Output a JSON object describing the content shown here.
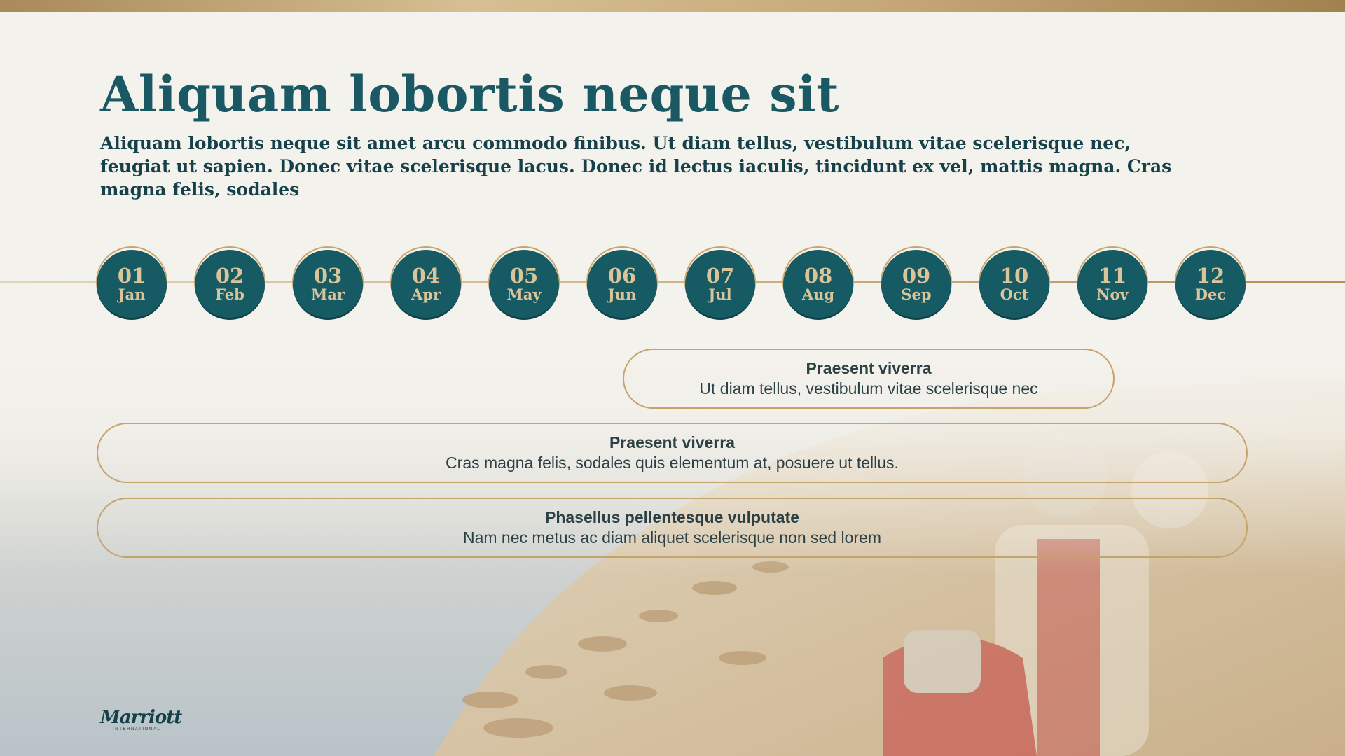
{
  "header": {
    "title": "Aliquam lobortis neque sit",
    "subtitle": "Aliquam lobortis neque sit amet arcu commodo finibus. Ut diam tellus, vestibulum vitae scelerisque nec, feugiat ut sapien. Donec vitae scelerisque lacus. Donec id lectus iaculis, tincidunt ex vel, mattis magna. Cras magna felis, sodales"
  },
  "timeline": {
    "months": [
      {
        "num": "01",
        "name": "Jan"
      },
      {
        "num": "02",
        "name": "Feb"
      },
      {
        "num": "03",
        "name": "Mar"
      },
      {
        "num": "04",
        "name": "Apr"
      },
      {
        "num": "05",
        "name": "May"
      },
      {
        "num": "06",
        "name": "Jun"
      },
      {
        "num": "07",
        "name": "Jul"
      },
      {
        "num": "08",
        "name": "Aug"
      },
      {
        "num": "09",
        "name": "Sep"
      },
      {
        "num": "10",
        "name": "Oct"
      },
      {
        "num": "11",
        "name": "Nov"
      },
      {
        "num": "12",
        "name": "Dec"
      }
    ]
  },
  "items": [
    {
      "title": "Praesent viverra",
      "text": "Ut diam tellus, vestibulum vitae scelerisque nec"
    },
    {
      "title": "Praesent viverra",
      "text": "Cras magna felis, sodales quis elementum at, posuere ut tellus."
    },
    {
      "title": "Phasellus pellentesque vulputate",
      "text": "Nam nec metus ac diam aliquet scelerisque non sed lorem"
    }
  ],
  "logo": {
    "mark": "Marriott",
    "sub": "INTERNATIONAL"
  },
  "colors": {
    "accent_teal": "#165a63",
    "accent_gold": "#c6a36b",
    "background": "#f4f2ec"
  }
}
